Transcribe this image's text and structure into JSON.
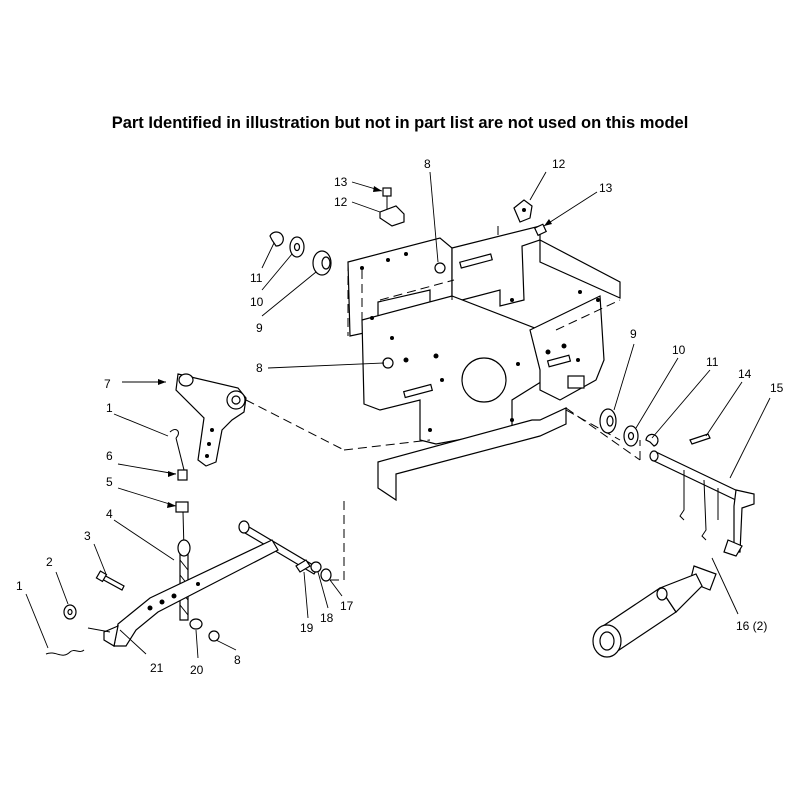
{
  "note": "Part Identified in illustration but not in part list are not used on this model",
  "callouts": [
    {
      "id": "c13a",
      "text": "13"
    },
    {
      "id": "c12a",
      "text": "12"
    },
    {
      "id": "c8a",
      "text": "8"
    },
    {
      "id": "c12b",
      "text": "12"
    },
    {
      "id": "c13b",
      "text": "13"
    },
    {
      "id": "c11a",
      "text": "11"
    },
    {
      "id": "c10a",
      "text": "10"
    },
    {
      "id": "c9a",
      "text": "9"
    },
    {
      "id": "c7",
      "text": "7"
    },
    {
      "id": "c8b",
      "text": "8"
    },
    {
      "id": "c9b",
      "text": "9"
    },
    {
      "id": "c10b",
      "text": "10"
    },
    {
      "id": "c11b",
      "text": "11"
    },
    {
      "id": "c14",
      "text": "14"
    },
    {
      "id": "c15",
      "text": "15"
    },
    {
      "id": "c1a",
      "text": "1"
    },
    {
      "id": "c6",
      "text": "6"
    },
    {
      "id": "c5",
      "text": "5"
    },
    {
      "id": "c4",
      "text": "4"
    },
    {
      "id": "c3",
      "text": "3"
    },
    {
      "id": "c2",
      "text": "2"
    },
    {
      "id": "c1b",
      "text": "1"
    },
    {
      "id": "c21",
      "text": "21"
    },
    {
      "id": "c20",
      "text": "20"
    },
    {
      "id": "c8c",
      "text": "8"
    },
    {
      "id": "c19",
      "text": "19"
    },
    {
      "id": "c18",
      "text": "18"
    },
    {
      "id": "c17",
      "text": "17"
    },
    {
      "id": "c16",
      "text": "16 (2)"
    }
  ]
}
